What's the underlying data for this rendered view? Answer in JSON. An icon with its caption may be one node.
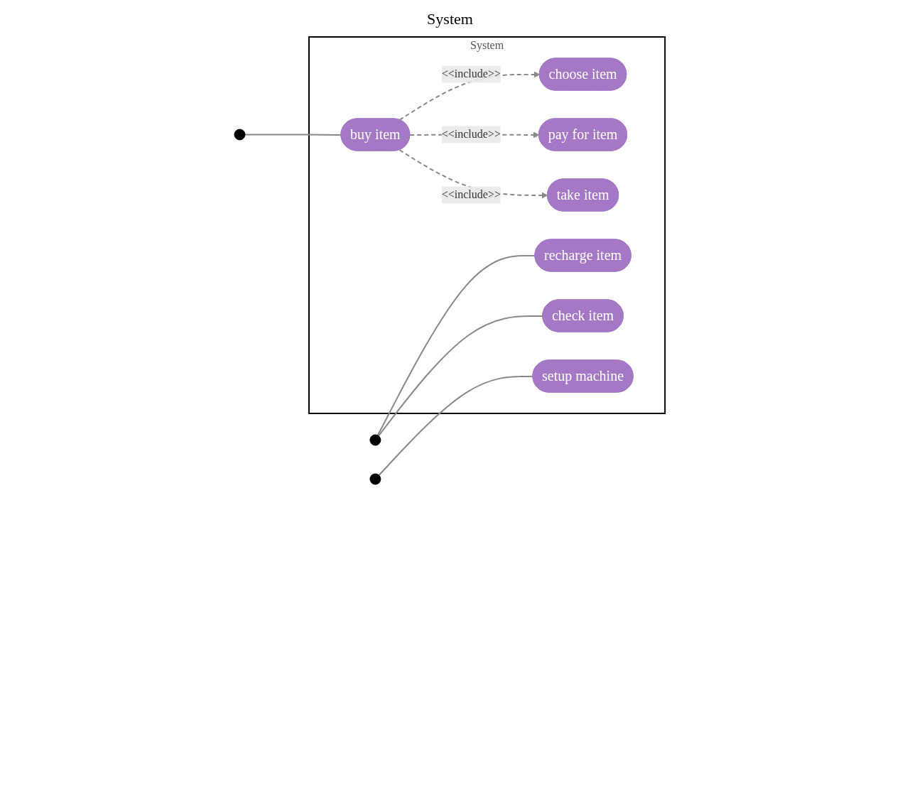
{
  "diagram": {
    "title": "System",
    "nodes": [
      {
        "text": [],
        "shape": "person"
      },
      {
        "text": [],
        "shape": "person"
      },
      {
        "text": [],
        "shape": "person"
      },
      {
        "text": [
          "System"
        ]
      },
      {
        "text": [
          "buy item"
        ],
        "in": 3
      },
      {
        "text": [
          "choose item"
        ],
        "in": 3
      },
      {
        "text": [
          "recharge item"
        ],
        "in": 3
      },
      {
        "text": [
          "pay for item"
        ],
        "in": 3
      },
      {
        "text": [
          "check item"
        ],
        "in": 3
      },
      {
        "text": [
          "take item"
        ],
        "in": 3
      },
      {
        "text": [
          "setup machine"
        ],
        "in": 3
      }
    ],
    "edges": [
      {
        "from": 0,
        "to": 4,
        "arrow": "none"
      },
      {
        "from": 4,
        "to": 5,
        "arrow": "to",
        "label": "<<include>>",
        "style": "dashed"
      },
      {
        "from": 4,
        "to": 7,
        "arrow": "to",
        "label": "<<include>>",
        "style": "dashed"
      },
      {
        "from": 4,
        "to": 9,
        "arrow": "to",
        "label": "<<include>>",
        "style": "dashed"
      },
      {
        "from": 1,
        "to": 6,
        "arrow": "none"
      },
      {
        "from": 1,
        "to": 8,
        "arrow": "none"
      },
      {
        "from": 2,
        "to": 10,
        "arrow": "none"
      }
    ]
  }
}
